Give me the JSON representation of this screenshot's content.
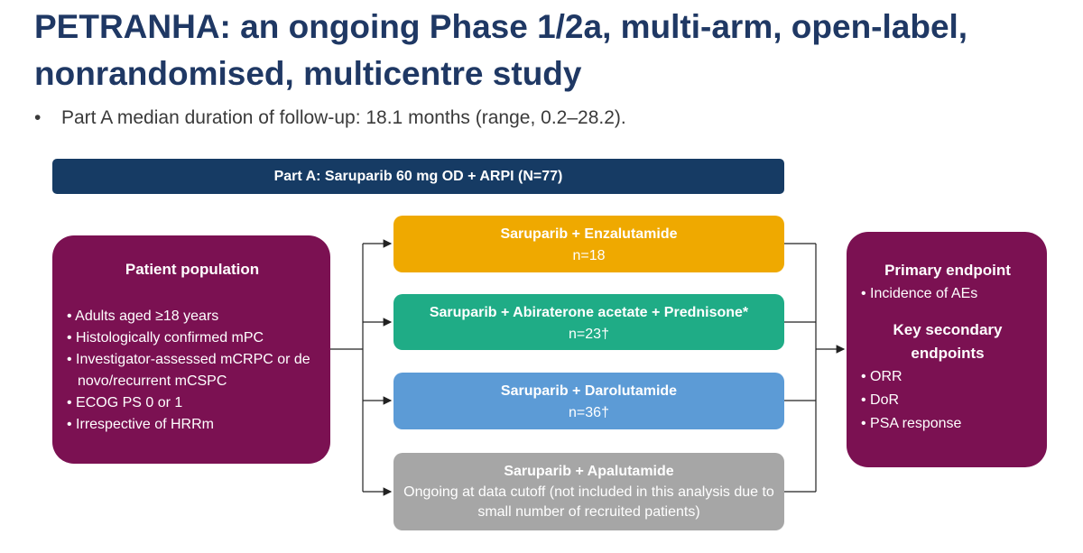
{
  "header": {
    "title": "PETRANHA: an ongoing Phase 1/2a, multi-arm, open-label, nonrandomised, multicentre study",
    "bullet": "Part A median duration of follow-up: 18.1 months (range, 0.2–28.2)."
  },
  "banner": {
    "label": "Part A: Saruparib 60 mg OD + ARPI (N=77)"
  },
  "population": {
    "title": "Patient population",
    "items": [
      "Adults aged ≥18 years",
      "Histologically confirmed mPC",
      "Investigator-assessed mCRPC or de novo/recurrent mCSPC",
      "ECOG PS 0 or 1",
      "Irrespective of HRRm"
    ]
  },
  "arms": [
    {
      "name": "Saruparib + Enzalutamide",
      "n": "n=18"
    },
    {
      "name": "Saruparib + Abiraterone acetate + Prednisone*",
      "n": "n=23†"
    },
    {
      "name": "Saruparib + Darolutamide",
      "n": "n=36†"
    },
    {
      "name": "Saruparib + Apalutamide",
      "note": "Ongoing at data cutoff (not included in this analysis due to small number of recruited patients)"
    }
  ],
  "endpoints": {
    "primary_title": "Primary endpoint",
    "primary_items": [
      "Incidence of AEs"
    ],
    "secondary_title": "Key secondary endpoints",
    "secondary_items": [
      "ORR",
      "DoR",
      "PSA response"
    ]
  },
  "colors": {
    "title": "#1f3864",
    "banner": "#163b64",
    "population": "#7b1152",
    "arm_enzalutamide": "#efa900",
    "arm_abiraterone": "#1fac86",
    "arm_darolutamide": "#5c9bd6",
    "arm_apalutamide": "#a6a6a6"
  }
}
